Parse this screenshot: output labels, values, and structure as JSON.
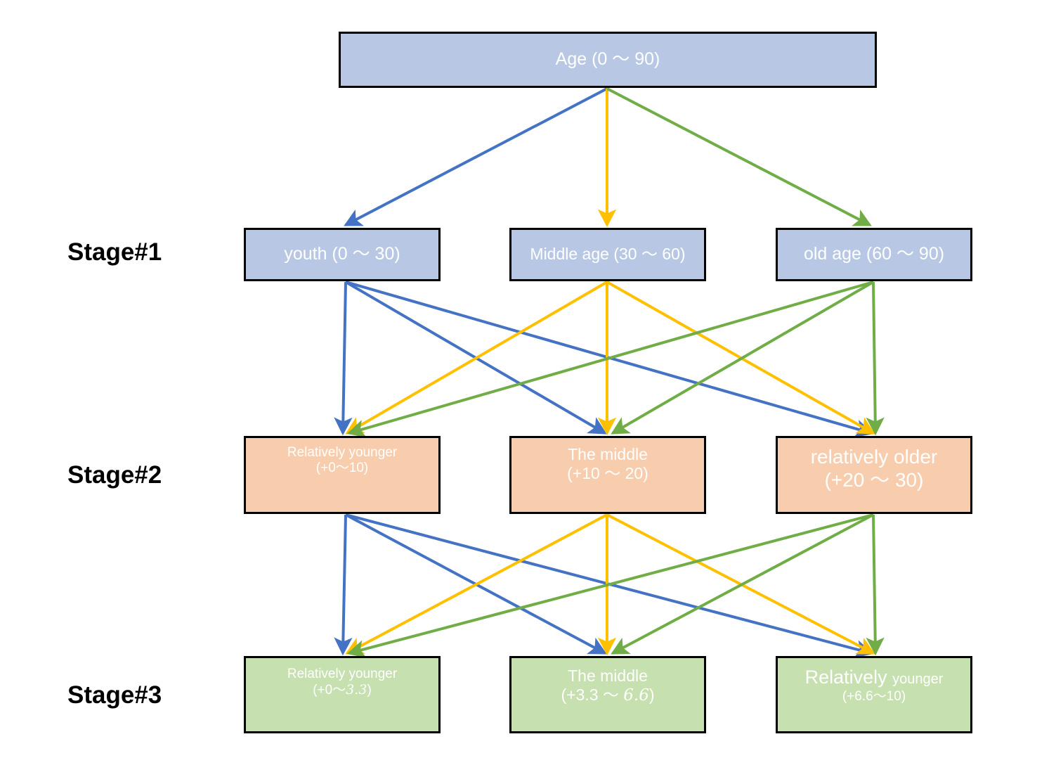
{
  "diagram": {
    "title_node": {
      "label": "Age (0 ～ 90)"
    },
    "stage_labels": {
      "stage1": "Stage#1",
      "stage2": "Stage#2",
      "stage3": "Stage#3"
    },
    "stage1": {
      "nodes": [
        {
          "line1": "youth (0 ～ 30)",
          "line2": ""
        },
        {
          "line1": "Middle age (30 ～ 60)",
          "line2": ""
        },
        {
          "line1": "old age (60 ～ 90)",
          "line2": ""
        }
      ]
    },
    "stage2": {
      "nodes": [
        {
          "line1": "Relatively younger",
          "line2": "(+0～10)"
        },
        {
          "line1": "The middle",
          "line2": "(+10 ～ 20)"
        },
        {
          "line1": "relatively older",
          "line2": "(+20 ～ 30)"
        }
      ]
    },
    "stage3": {
      "nodes": [
        {
          "line1a": "Relatively younger",
          "line2": "(+0～",
          "line2_alt": "3.3",
          "line2_end": ")"
        },
        {
          "line1": "The middle",
          "line2a": "(+3.3 ～ ",
          "line2_alt": "6.6",
          "line2_end": ")"
        },
        {
          "line1a": "Relatively",
          "line1b": "younger",
          "line2": "(+6.6～10)"
        }
      ]
    },
    "colors": {
      "node_blue": "#b8c8e4",
      "node_orange": "#f8cdae",
      "node_green": "#c6e0b0",
      "border": "#000000",
      "text": "#ffffff",
      "arrow_blue": "#4472c4",
      "arrow_yellow": "#ffc000",
      "arrow_green": "#70ad47",
      "background": "#ffffff"
    }
  }
}
